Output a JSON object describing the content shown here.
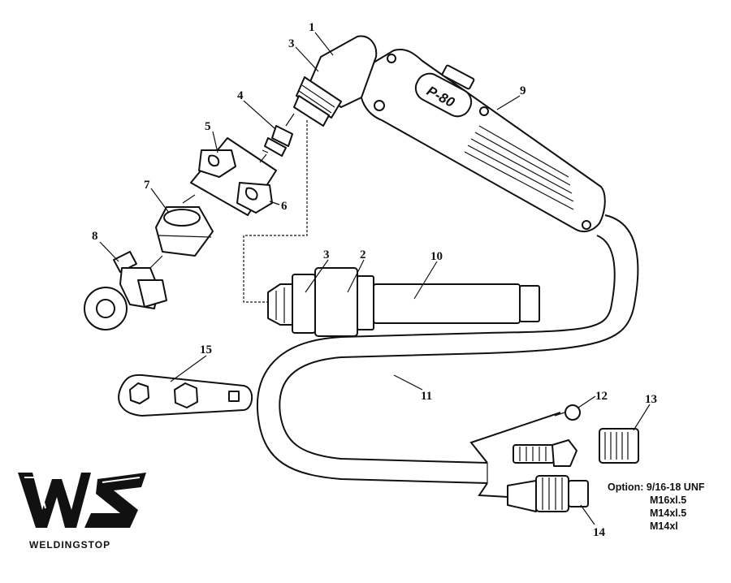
{
  "torch_model": "P-80",
  "callouts": {
    "c1": "1",
    "c2": "2",
    "c3a": "3",
    "c3b": "3",
    "c4": "4",
    "c5": "5",
    "c6": "6",
    "c7": "7",
    "c8": "8",
    "c9": "9",
    "c10": "10",
    "c11": "11",
    "c12": "12",
    "c13": "13",
    "c14": "14",
    "c15": "15"
  },
  "option": {
    "label": "Option:",
    "threads": [
      "9/16-18 UNF",
      "M16xl.5",
      "M14xl.5",
      "M14xl"
    ]
  },
  "logo": {
    "mark": "WS",
    "text": "WELDINGSTOP"
  },
  "colors": {
    "ink": "#111111",
    "background": "#ffffff"
  }
}
